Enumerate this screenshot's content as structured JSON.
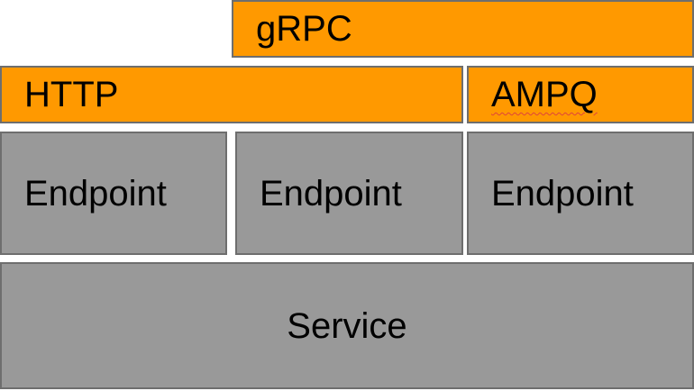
{
  "protocols": {
    "grpc": "gRPC",
    "http": "HTTP",
    "ampq": "AMPQ"
  },
  "endpoints": [
    "Endpoint",
    "Endpoint",
    "Endpoint"
  ],
  "service": "Service",
  "colors": {
    "protocol_fill": "#ff9900",
    "component_fill": "#999999",
    "border": "#6e6e6e",
    "spellcheck_underline": "#e0443a"
  }
}
